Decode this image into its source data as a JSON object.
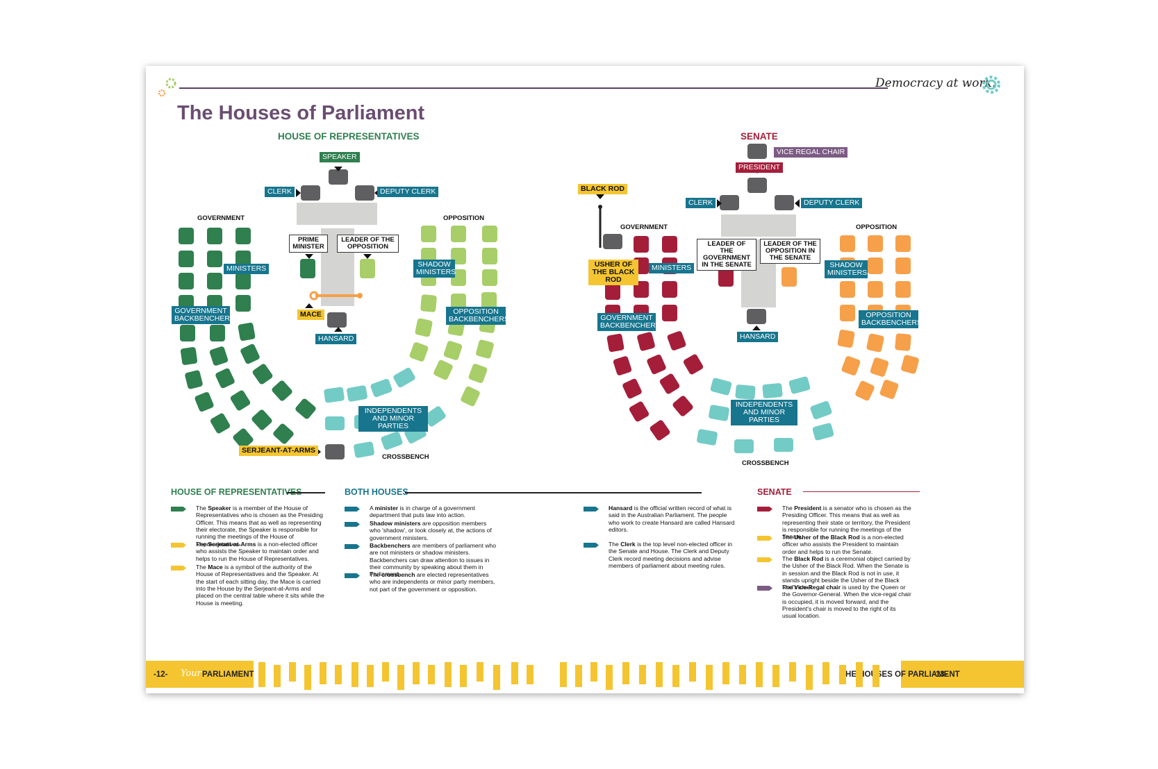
{
  "header": {
    "brand": "Democracy at work.",
    "title": "The Houses of Parliament"
  },
  "house_of_reps": {
    "heading": "HOUSE OF REPRESENTATIVES",
    "speaker": "SPEAKER",
    "clerk": "CLERK",
    "deputy_clerk": "DEPUTY CLERK",
    "government": "GOVERNMENT",
    "opposition": "OPPOSITION",
    "prime_minister": "PRIME MINISTER",
    "leader_opposition": "LEADER OF THE OPPOSITION",
    "ministers": "MINISTERS",
    "shadow_ministers": "SHADOW MINISTERS",
    "gov_backbenchers": "GOVERNMENT BACKBENCHERS",
    "opp_backbenchers": "OPPOSITION BACKBENCHERS",
    "mace": "MACE",
    "hansard": "HANSARD",
    "independents": "INDEPENDENTS AND MINOR PARTIES",
    "serjeant": "SERJEANT-AT-ARMS",
    "crossbench": "CROSSBENCH"
  },
  "senate": {
    "heading": "SENATE",
    "vice_regal": "VICE REGAL CHAIR",
    "president": "PRESIDENT",
    "black_rod": "BLACK ROD",
    "clerk": "CLERK",
    "deputy_clerk": "DEPUTY CLERK",
    "government": "GOVERNMENT",
    "opposition": "OPPOSITION",
    "usher": "USHER OF THE BLACK ROD",
    "ministers": "MINISTERS",
    "leader_government": "LEADER OF THE GOVERNMENT IN THE SENATE",
    "leader_opposition": "LEADER OF THE OPPOSITION IN THE SENATE",
    "shadow_ministers": "SHADOW MINISTERS",
    "gov_backbenchers": "GOVERNMENT BACKBENCHERS",
    "opp_backbenchers": "OPPOSITION BACKBENCHERS",
    "hansard": "HANSARD",
    "independents": "INDEPENDENTS AND MINOR PARTIES",
    "crossbench": "CROSSBENCH"
  },
  "colors": {
    "hor_gov": "#2f7f4f",
    "hor_opp": "#a7ce68",
    "sen_gov": "#a41e3a",
    "sen_opp": "#f6a04a",
    "cross": "#73cbc6",
    "officer": "#5f5f61",
    "blue": "#17758e",
    "yellow": "#f4c531",
    "purple": "#7c5b84"
  },
  "key": {
    "hor_heading": "HOUSE OF REPRESENTATIVES",
    "both_heading": "BOTH HOUSES",
    "senate_heading": "SENATE",
    "hor_items": [
      {
        "term": "Speaker",
        "pre": "The ",
        "rest": " is a member of the House of Representatives who is chosen as the Presiding Officer. This means that as well as representing their electorate, the Speaker is responsible for running the meetings of the House of Representatives."
      },
      {
        "term": "Serjeant-at-Arms",
        "pre": "The ",
        "rest": " is a non-elected officer who assists the Speaker to maintain order and helps to run the House of Representatives."
      },
      {
        "term": "Mace",
        "pre": "The ",
        "rest": " is a symbol of the authority of the House of Representatives and the Speaker. At the start of each sitting day, the Mace is carried into the House by the Serjeant-at-Arms and placed on the central table where it sits while the House is meeting."
      }
    ],
    "both_items_a": [
      {
        "term": "minister",
        "pre": "A ",
        "rest": " is in charge of a government department that puts law into action."
      },
      {
        "term": "Shadow ministers",
        "pre": "",
        "rest": " are opposition members who 'shadow', or look closely at, the actions of government ministers."
      },
      {
        "term": "Backbenchers",
        "pre": "",
        "rest": " are members of parliament who are not ministers or shadow ministers. Backbenchers can draw attention to issues in their community by speaking about them in Parliament."
      },
      {
        "term": "crossbench",
        "pre": "The ",
        "rest": " are elected representatives who are independents or minor party members, not part of the government or opposition."
      }
    ],
    "both_items_b": [
      {
        "term": "Hansard",
        "pre": "",
        "rest": " is the official written record of what is said in the Australian Parliament. The people who work to create Hansard are called Hansard editors."
      },
      {
        "term": "Clerk",
        "pre": "The ",
        "rest": " is the top level non-elected officer in the Senate and House. The Clerk and Deputy Clerk record meeting decisions and advise members of parliament about meeting rules."
      }
    ],
    "senate_items": [
      {
        "term": "President",
        "pre": "The ",
        "rest": " is a senator who is chosen as the Presiding Officer. This means that as well as representing their state or territory, the President is responsible for running the meetings of the Senate."
      },
      {
        "term": "Usher of the Black Rod",
        "pre": "The ",
        "rest": " is a non-elected officer who assists the President to maintain order and helps to run the Senate."
      },
      {
        "term": "Black Rod",
        "pre": "The ",
        "rest": " is a ceremonial object carried by the Usher of the Black Rod. When the Senate is in session and the Black Rod is not in use, it stands upright beside the Usher of the Black Rod's chair."
      },
      {
        "term": "Vice-Regal chair",
        "pre": "The ",
        "rest": " is used by the Queen or the Governor-General. When the vice-regal chair is occupied, it is moved forward, and the President's chair is moved to the right of its usual location."
      }
    ]
  },
  "footer": {
    "left_num": "-12-",
    "left_italic": "Your",
    "left_text": "PARLIAMENT",
    "right_text": "THE HOUSES OF PARLIAMENT",
    "right_num": "-13-"
  }
}
